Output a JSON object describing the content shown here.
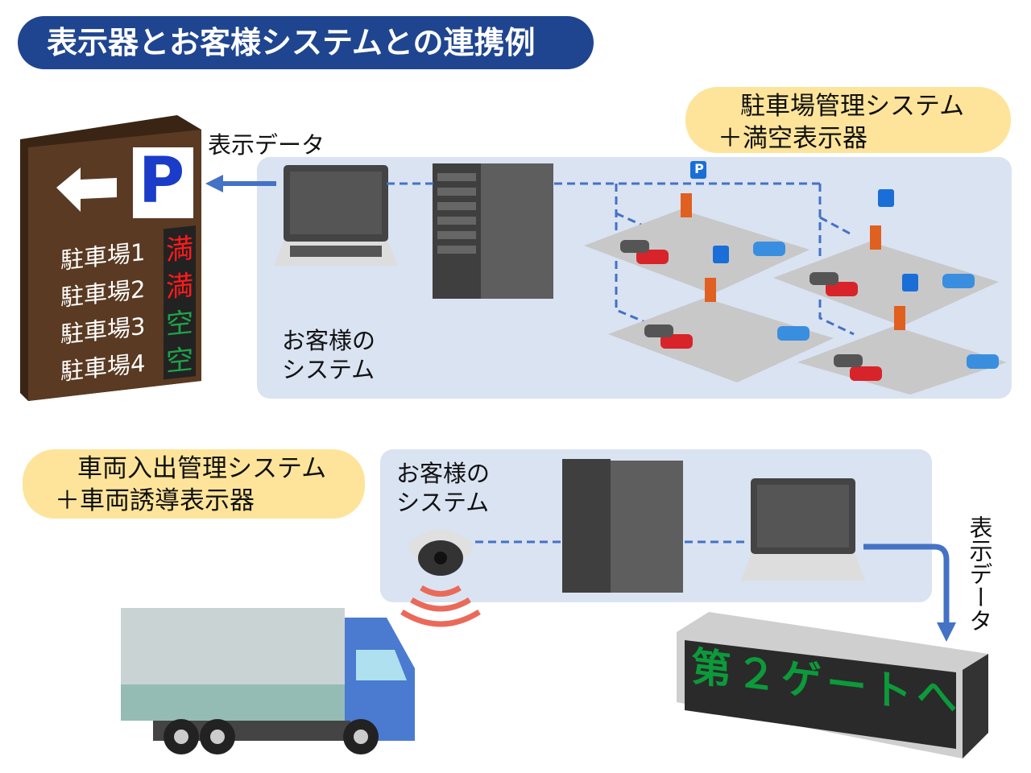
{
  "title": "表示器とお客様システムとの連携例",
  "colors": {
    "title_bg": "#1f4590",
    "label_bg": "#fde49a",
    "panel_bg": "#dae3f2",
    "arrow": "#4472c4",
    "full": "#ff1a1a",
    "vacant": "#1fa34a",
    "led_text": "#0c9a3a"
  },
  "parking": {
    "label_line1": "駐車場管理システム",
    "label_line2": "＋満空表示器",
    "data_label": "表示データ",
    "customer_system_line1": "お客様の",
    "customer_system_line2": "システム",
    "sign": {
      "p_mark": "P",
      "rows": [
        {
          "name": "駐車場1",
          "status": "満"
        },
        {
          "name": "駐車場2",
          "status": "満"
        },
        {
          "name": "駐車場3",
          "status": "空"
        },
        {
          "name": "駐車場4",
          "status": "空"
        }
      ]
    },
    "lot_mark": "P"
  },
  "vehicle": {
    "label_line1": "車両入出管理システム",
    "label_line2": "＋車両誘導表示器",
    "customer_system_line1": "お客様の",
    "customer_system_line2": "システム",
    "data_label": "表示データ",
    "led_text": "第２ゲートへ"
  }
}
